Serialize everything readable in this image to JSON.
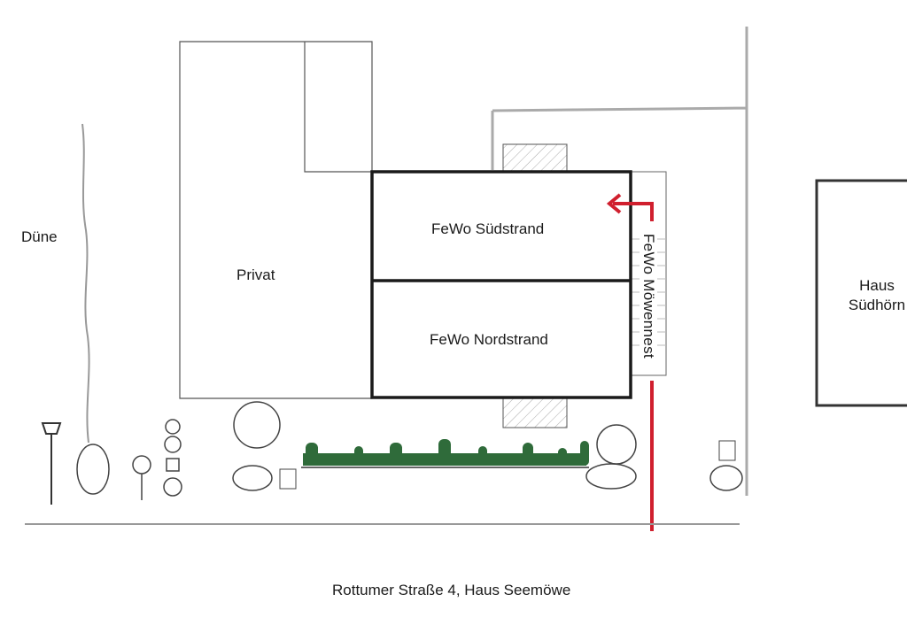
{
  "labels": {
    "dune": "Düne",
    "private": "Privat",
    "unit_south": "FeWo Südstrand",
    "unit_north": "FeWo Nordstrand",
    "unit_moewennest": "FeWo Möwennest",
    "neighbor_house_line1": "Haus",
    "neighbor_house_line2": "Südhörn",
    "address": "Rottumer Straße 4, Haus Seemöwe"
  },
  "colors": {
    "accent_red": "#d01f2e",
    "wall": "#1a1a1a",
    "sketch": "#9a9a9a",
    "hedge": "#2f6b3a"
  }
}
